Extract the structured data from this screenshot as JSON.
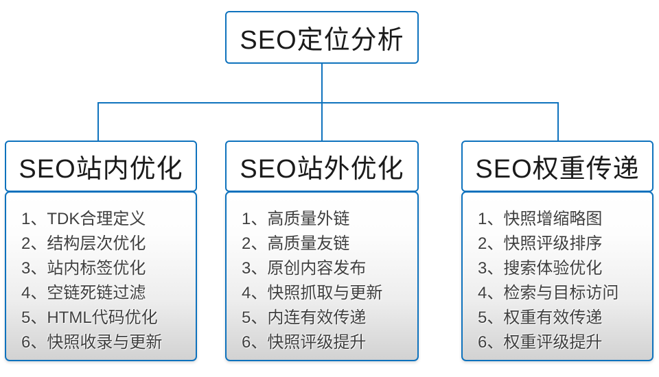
{
  "colors": {
    "line": "#0e72bd",
    "header_text": "#1a1a1a",
    "item_text": "#3f3f3f"
  },
  "root": {
    "label": "SEO定位分析"
  },
  "columns": [
    {
      "header": "SEO站内优化",
      "items": [
        "1、TDK合理定义",
        "2、结构层次优化",
        "3、站内标签优化",
        "4、空链死链过滤",
        "5、HTML代码优化",
        "6、快照收录与更新"
      ]
    },
    {
      "header": "SEO站外优化",
      "items": [
        "1、高质量外链",
        "2、高质量友链",
        "3、原创内容发布",
        "4、快照抓取与更新",
        "5、内连有效传递",
        "6、快照评级提升"
      ]
    },
    {
      "header": "SEO权重传递",
      "items": [
        "1、快照增缩略图",
        "2、快照评级排序",
        "3、搜索体验优化",
        "4、检索与目标访问",
        "5、权重有效传递",
        "6、权重评级提升"
      ]
    }
  ]
}
